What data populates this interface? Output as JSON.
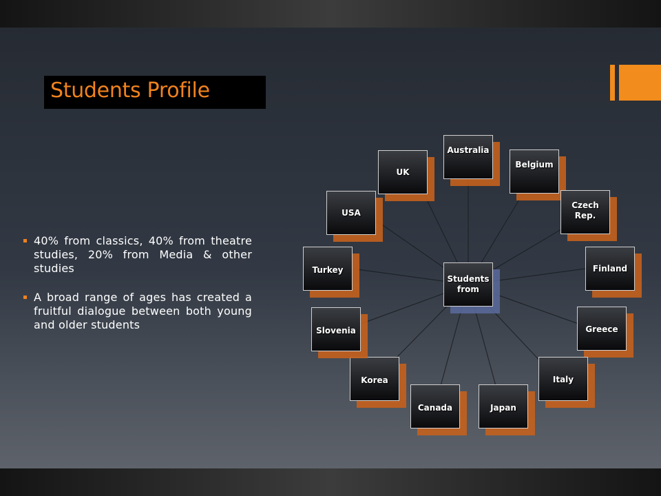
{
  "slide": {
    "title": "Students Profile",
    "bullets": [
      "40% from classics, 40% from theatre studies, 20% from Media & other studies",
      "A broad range of ages has created a fruitful dialogue between both young and older students"
    ]
  },
  "diagram": {
    "center_label": "Students from",
    "countries": [
      "Australia",
      "Belgium",
      "Czech Rep.",
      "Finland",
      "Greece",
      "Italy",
      "Japan",
      "Canada",
      "Korea",
      "Slovenia",
      "Turkey",
      "USA",
      "UK"
    ]
  },
  "colors": {
    "accent": "#f0821e",
    "node_shadow": "#c4611d",
    "center_shadow": "#5a6a9e"
  }
}
